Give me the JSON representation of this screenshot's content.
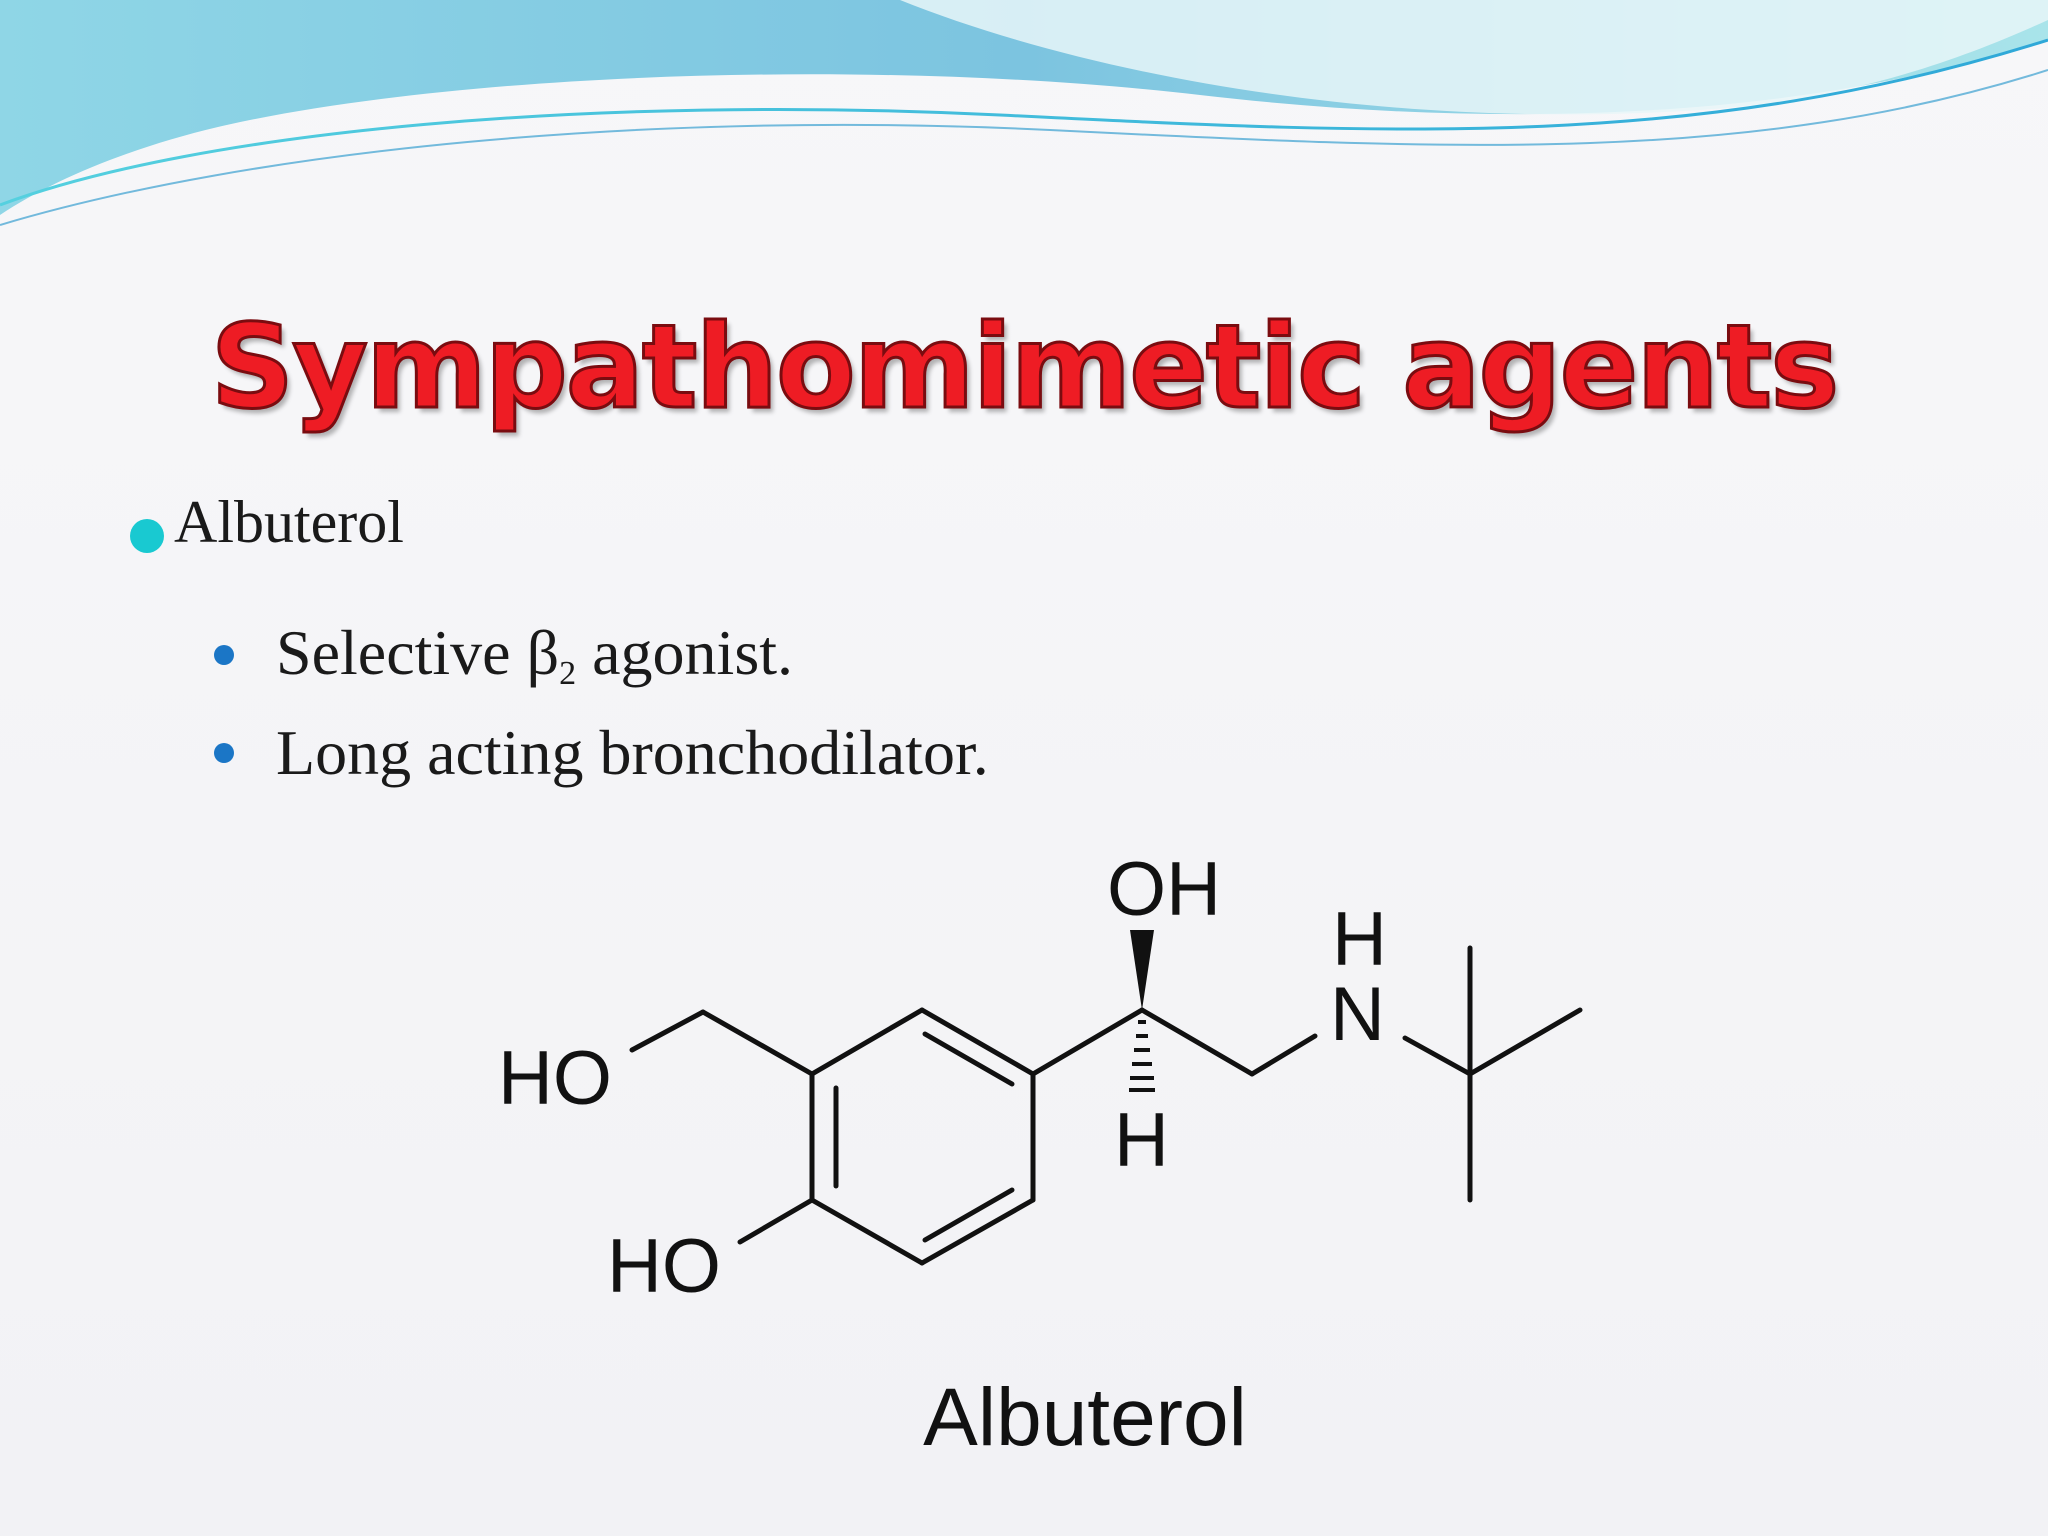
{
  "slide": {
    "title": "Sympathomimetic agents",
    "bullet": "Albuterol",
    "sub_bullets": [
      {
        "before": "Selective β",
        "subscript": "2",
        "after": " agonist."
      },
      {
        "before": "Long acting bronchodilator.",
        "subscript": "",
        "after": ""
      }
    ]
  },
  "structure": {
    "atom_labels": {
      "ho_top": "HO",
      "ho_bottom": "HO",
      "oh": "OH",
      "h_stereo": "H",
      "n": "N",
      "nh_h": "H"
    },
    "caption": "Albuterol"
  },
  "colors": {
    "title": "#ee1c24",
    "main_bullet": "#19c9d1",
    "sub_bullet": "#1b76c6",
    "wave": "#5fc6dc"
  }
}
